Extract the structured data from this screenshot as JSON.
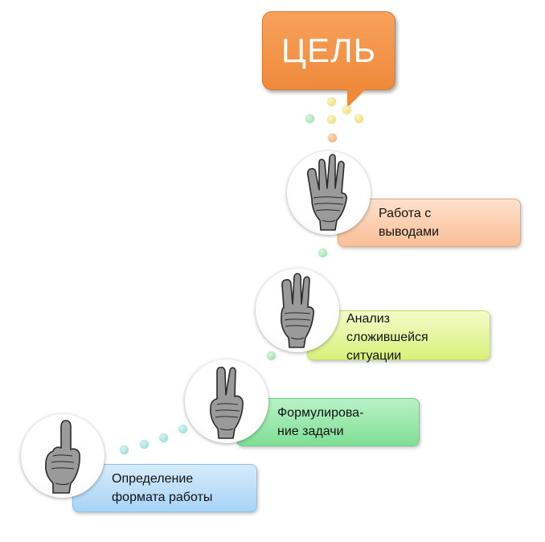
{
  "goal": {
    "label": "ЦЕЛЬ",
    "color": "#ef8a3a"
  },
  "steps": [
    {
      "label_line1": "Определение",
      "label_line2": "формата работы",
      "fingers": 1,
      "color": "#a7d3f5",
      "icon": "one-finger-hand-icon"
    },
    {
      "label_line1": "Формулирова-",
      "label_line2": "ние задачи",
      "fingers": 2,
      "color": "#7fdf95",
      "icon": "two-finger-hand-icon"
    },
    {
      "label_line1": "Анализ",
      "label_line2": "сложившейся",
      "label_line3": "ситуации",
      "fingers": 3,
      "color": "#d9f07a",
      "icon": "three-finger-hand-icon"
    },
    {
      "label_line1": "Работа с",
      "label_line2": "выводами",
      "fingers": 4,
      "color": "#f9bf97",
      "icon": "four-finger-hand-icon"
    }
  ]
}
